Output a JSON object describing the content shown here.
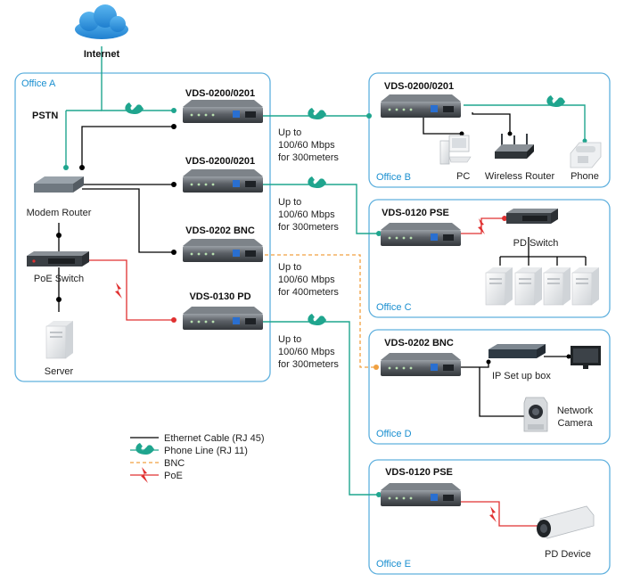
{
  "internet_label": "Internet",
  "pstn_label": "PSTN",
  "offices": {
    "a": "Office A",
    "b": "Office B",
    "c": "Office C",
    "d": "Office D",
    "e": "Office E"
  },
  "devices": {
    "a_vds1": "VDS-0200/0201",
    "a_vds2": "VDS-0200/0201",
    "a_vds3": "VDS-0202 BNC",
    "a_vds4": "VDS-0130 PD",
    "b_vds": "VDS-0200/0201",
    "c_vds": "VDS-0120 PSE",
    "d_vds": "VDS-0202 BNC",
    "e_vds": "VDS-0120 PSE",
    "modem_router": "Modem Router",
    "poe_switch": "PoE Switch",
    "server": "Server",
    "pc": "PC",
    "wireless_router": "Wireless Router",
    "phone": "Phone",
    "pd_switch": "PD Switch",
    "ip_settop": "IP Set up box",
    "network_camera_1": "Network",
    "network_camera_2": "Camera",
    "pd_device": "PD Device"
  },
  "links": [
    {
      "l1": "Up to",
      "l2": "100/60 Mbps",
      "l3": "for 300meters"
    },
    {
      "l1": "Up to",
      "l2": "100/60 Mbps",
      "l3": "for 300meters"
    },
    {
      "l1": "Up to",
      "l2": "100/60 Mbps",
      "l3": "for 400meters"
    },
    {
      "l1": "Up to",
      "l2": "100/60 Mbps",
      "l3": "for 300meters"
    }
  ],
  "legend": [
    {
      "label": "Ethernet Cable (RJ 45)",
      "style": "ethernet",
      "color": "#000000"
    },
    {
      "label": "Phone Line (RJ 11)",
      "style": "phone",
      "color": "#1fa58e"
    },
    {
      "label": "BNC",
      "style": "bnc",
      "color": "#f0a040"
    },
    {
      "label": "PoE",
      "style": "poe",
      "color": "#e03030"
    }
  ],
  "colors": {
    "ethernet": "#000000",
    "phone": "#1fa58e",
    "bnc": "#f0a040",
    "poe": "#e03030",
    "office_border": "#5fb0de",
    "cloud": "#2f8fd8"
  }
}
